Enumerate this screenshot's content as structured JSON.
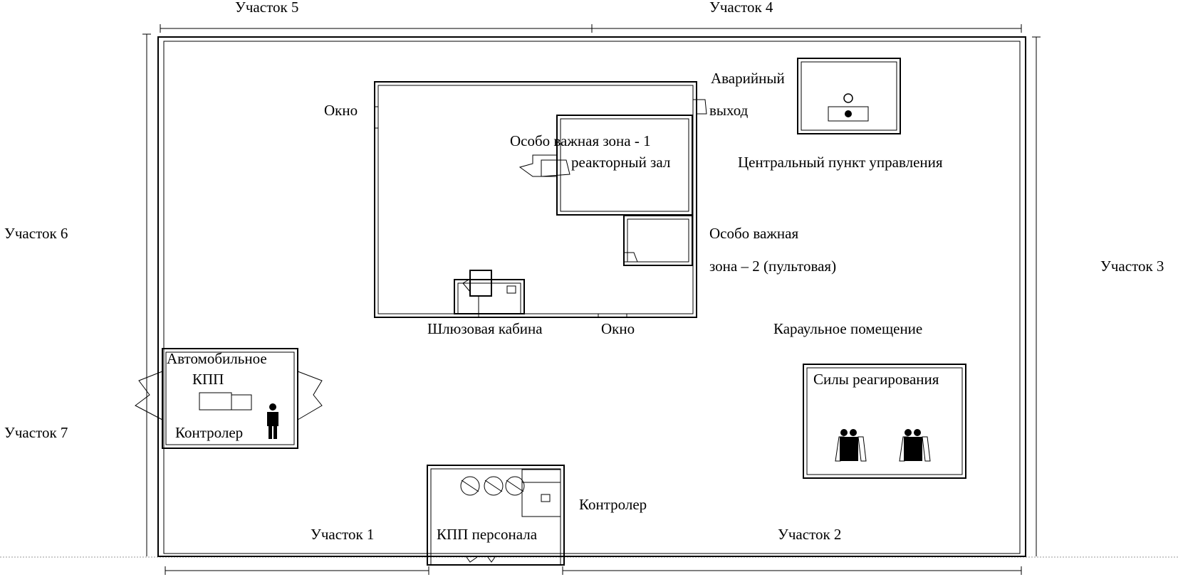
{
  "sections": {
    "s1": "Участок 1",
    "s2": "Участок 2",
    "s3": "Участок 3",
    "s4": "Участок 4",
    "s5": "Участок 5",
    "s6": "Участок 6",
    "s7": "Участок 7"
  },
  "rooms": {
    "window_left": "Окно",
    "window_bottom": "Окно",
    "emergency_exit_1": "Аварийный",
    "emergency_exit_2": "выход",
    "zone1_1": "Особо важная зона - 1",
    "zone1_2": "реакторный зал",
    "zone2_1": "Особо важная",
    "zone2_2": "зона – 2 (пультовая)",
    "control_point": "Центральный пункт управления",
    "airlock": "Шлюзовая кабина",
    "guard_room": "Караульное помещение",
    "response_forces": "Силы реагирования",
    "vehicle_checkpoint_1": "Автомобильное",
    "vehicle_checkpoint_2": "КПП",
    "controller_vehicle": "Контролер",
    "controller_personnel": "Контролер",
    "personnel_checkpoint": "КПП персонала"
  }
}
